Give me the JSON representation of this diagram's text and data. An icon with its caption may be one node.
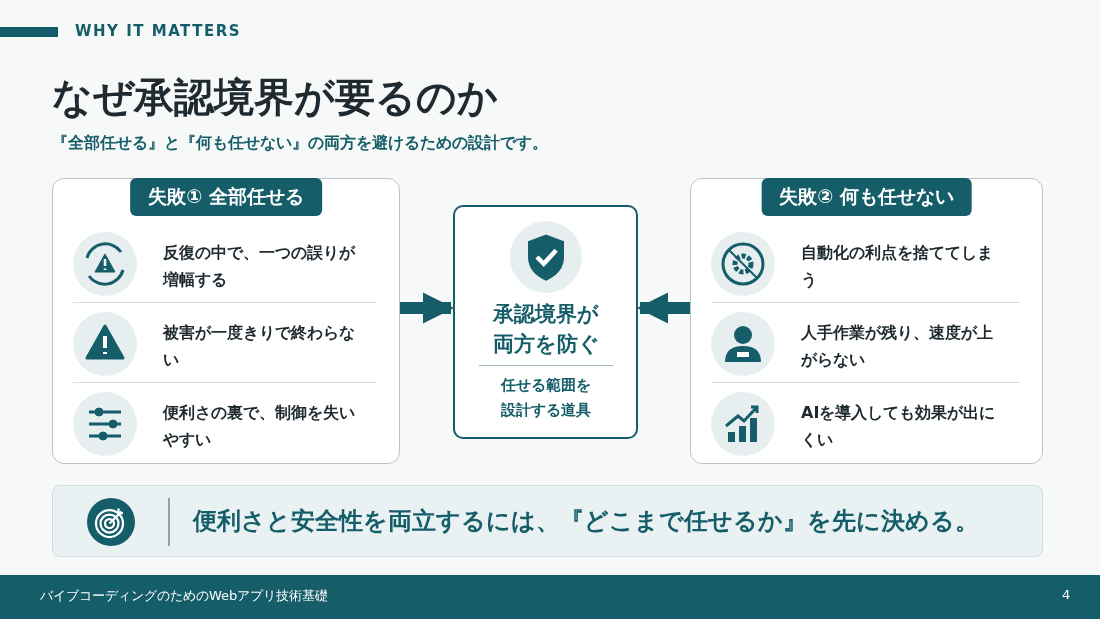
{
  "diagram": {
    "title": "なぜ承認境界が要るのか",
    "nodes": [
      {
        "text": [
          "失敗① 全部任せる"
        ]
      },
      {
        "text": [
          "反復の中で、一つの誤りが増幅する"
        ],
        "in": 0
      },
      {
        "text": [
          "被害が一度きりで終わらない"
        ],
        "in": 0
      },
      {
        "text": [
          "便利さの裏で、制御を失いやすい"
        ],
        "in": 0
      },
      {
        "text": [
          "承認境界が両方を防ぐ",
          "任せる範囲を設計する道具"
        ]
      },
      {
        "text": [
          "失敗② 何も任せない"
        ]
      },
      {
        "text": [
          "自動化の利点を捨ててしまう"
        ],
        "in": 5
      },
      {
        "text": [
          "人手作業が残り、速度が上がらない"
        ],
        "in": 5
      },
      {
        "text": [
          "AIを導入しても効果が出にくい"
        ],
        "in": 5
      },
      {
        "text": [
          "便利さと安全性を両立するには、『どこまで任せるか』を先に決める。"
        ]
      }
    ],
    "edges": [
      {
        "from": 0,
        "to": 4,
        "arrow": "to"
      },
      {
        "from": 5,
        "to": 4,
        "arrow": "to"
      }
    ],
    "labels": [
      "WHY IT MATTERS",
      "『全部任せる』と『何も任せない』の両方を避けるための設計です。",
      "バイブコーディングのためのWebアプリ技術基礎",
      "4"
    ]
  }
}
